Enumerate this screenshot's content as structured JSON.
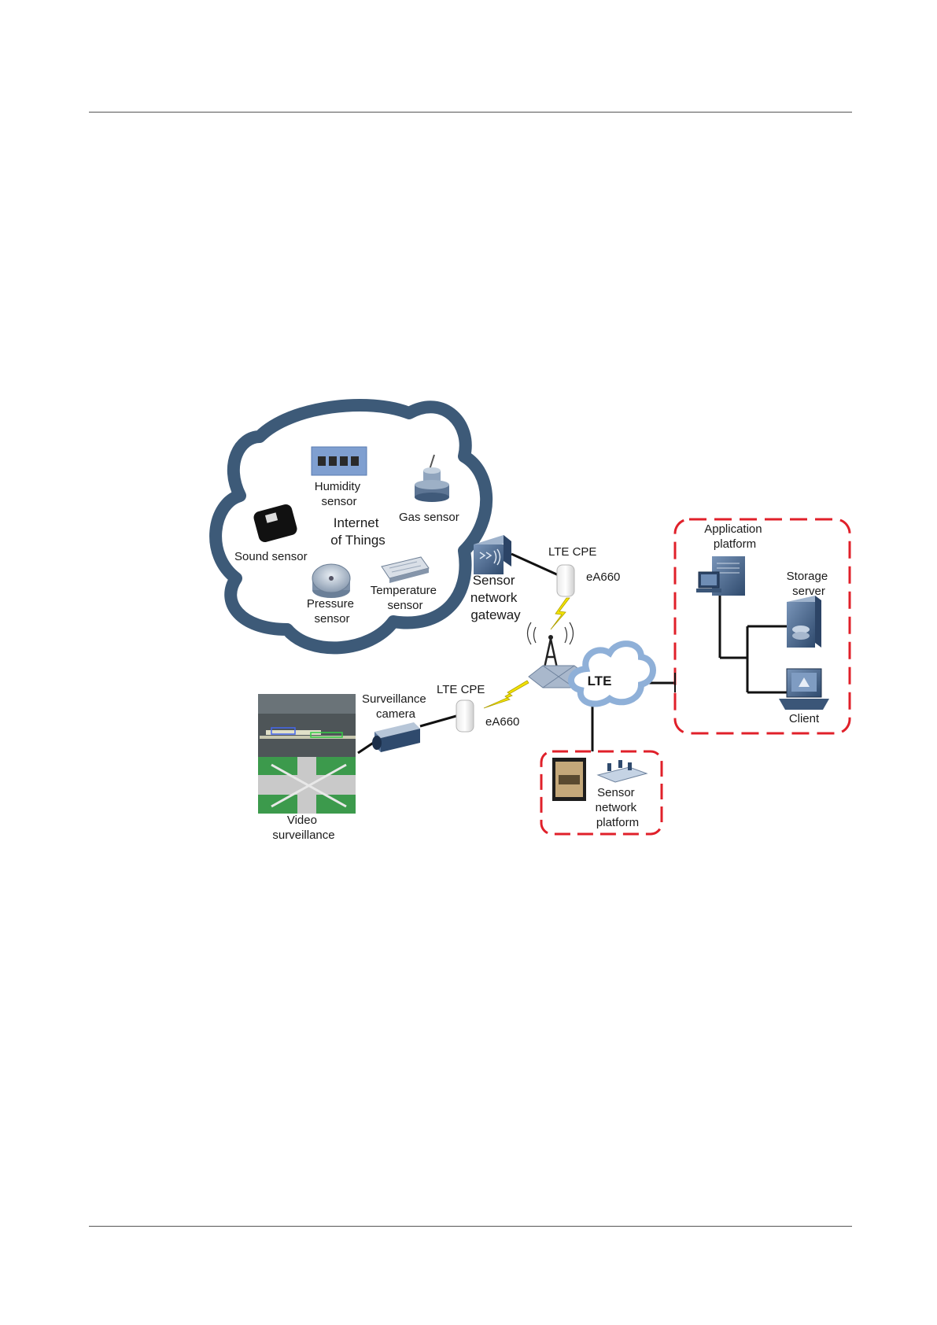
{
  "labels": {
    "humidity": [
      "Humidity",
      "sensor"
    ],
    "gas": "Gas sensor",
    "iot": [
      "Internet",
      "of Things"
    ],
    "sound": "Sound sensor",
    "pressure": [
      "Pressure",
      "sensor"
    ],
    "temperature": [
      "Temperature",
      "sensor"
    ],
    "gateway": [
      "Sensor",
      "network",
      "gateway"
    ],
    "lte_cpe_top": "LTE CPE",
    "ea660_top": "eA660",
    "app_platform": [
      "Application",
      "platform"
    ],
    "storage": [
      "Storage",
      "server"
    ],
    "client": "Client",
    "lte_cloud": "LTE",
    "surv_camera": [
      "Surveillance",
      "camera"
    ],
    "lte_cpe_bottom": "LTE CPE",
    "ea660_bottom": "eA660",
    "video": [
      "Video",
      "surveillance"
    ],
    "sensor_platform": [
      "Sensor",
      "network",
      "platform"
    ]
  },
  "colors": {
    "cloud_outline": "#3d5a78",
    "cloud_fill": "#ffffff",
    "dash_red": "#e0202a",
    "line": "#111111",
    "device": "#3f5f86",
    "lightning": "#f2e200"
  }
}
